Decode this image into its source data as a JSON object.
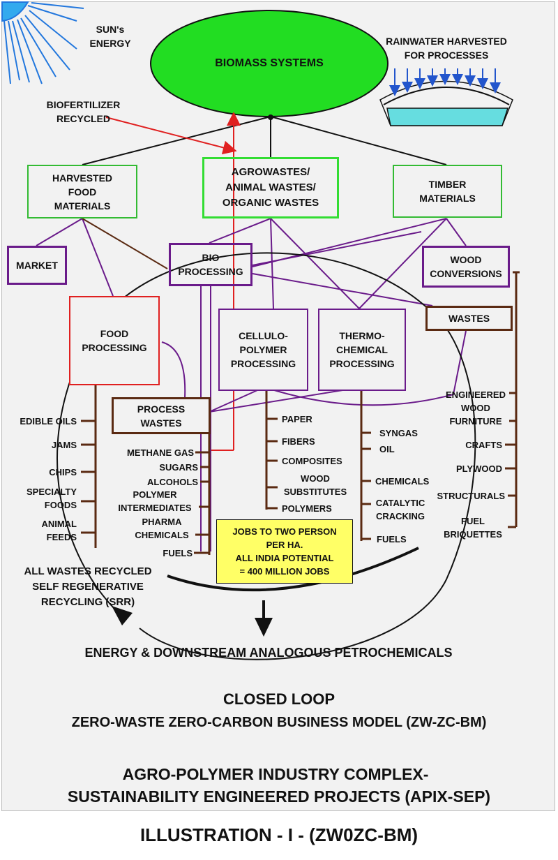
{
  "sun_label": "SUN's\nENERGY",
  "biomass": "BIOMASS SYSTEMS",
  "rainwater": "RAINWATER HARVESTED\nFOR PROCESSES",
  "biofertilizer": "BIOFERTILIZER\nRECYCLED",
  "harvested": "HARVESTED\nFOOD\nMATERIALS",
  "agrowastes": "AGROWASTES/\nANIMAL WASTES/\nORGANIC WASTES",
  "timber": "TIMBER\nMATERIALS",
  "market": "MARKET",
  "bio_processing": "BIO\nPROCESSING",
  "wood_conversions": "WOOD\nCONVERSIONS",
  "food_processing": "FOOD\nPROCESSING",
  "cellulo": "CELLULO-\nPOLYMER\nPROCESSING",
  "thermo": "THERMO-\nCHEMICAL\nPROCESSING",
  "wastes": "WASTES",
  "process_wastes": "PROCESS\nWASTES",
  "food_products": [
    "EDIBLE OILS",
    "JAMS",
    "CHIPS",
    "SPECIALTY\nFOODS",
    "ANIMAL\nFEEDS"
  ],
  "bio_products": [
    "METHANE GAS",
    "SUGARS",
    "ALCOHOLS",
    "POLYMER\nINTERMEDIATES",
    "PHARMA\nCHEMICALS",
    "FUELS"
  ],
  "cellulo_products": [
    "PAPER",
    "FIBERS",
    "COMPOSITES",
    "WOOD\nSUBSTITUTES",
    "POLYMERS"
  ],
  "thermo_products": [
    "SYNGAS",
    "OIL",
    "CHEMICALS",
    "CATALYTIC\nCRACKING",
    "FUELS"
  ],
  "wood_products": [
    "ENGINEERED\nWOOD\nFURNITURE",
    "CRAFTS",
    "PLYWOOD",
    "STRUCTURALS",
    "FUEL\nBRIQUETTES"
  ],
  "jobs": "JOBS TO TWO PERSON\nPER HA.\nALL INDIA POTENTIAL\n= 400 MILLION JOBS",
  "all_wastes": "ALL WASTES RECYCLED\nSELF REGENERATIVE\nRECYCLING (SRR)",
  "energy": "ENERGY & DOWNSTREAM ANALOGOUS PETROCHEMICALS",
  "closed_loop": "CLOSED LOOP",
  "zero_waste": "ZERO-WASTE ZERO-CARBON BUSINESS MODEL (ZW-ZC-BM)",
  "agro_title_1": "AGRO-POLYMER INDUSTRY COMPLEX-",
  "agro_title_2": "SUSTAINABILITY ENGINEERED PROJECTS (APIX-SEP)",
  "illustration": "ILLUSTRATION - I - (ZW0ZC-BM)",
  "colors": {
    "biomass_fill": "#22dd22",
    "green_border": "#33bb33",
    "purple": "#6a1b8a",
    "brown": "#5a2a12",
    "red": "#e02020",
    "sun_blue": "#2277dd",
    "water": "#66dde0",
    "jobs_fill": "#ffff66"
  }
}
